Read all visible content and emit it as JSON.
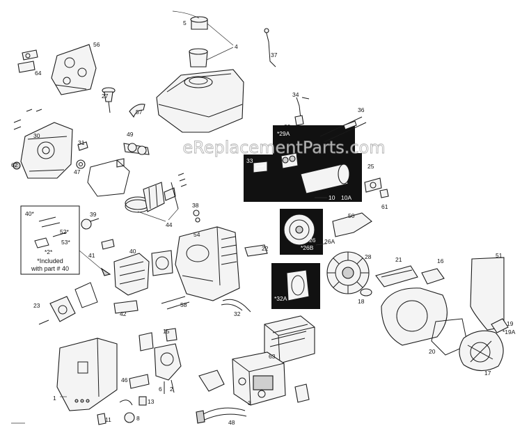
{
  "watermark": "eReplacementParts.com",
  "note_box": {
    "callouts": [
      "40*",
      "52*",
      "53*",
      "*2*"
    ],
    "text_line1": "*Included",
    "text_line2": "with part # 40"
  },
  "callouts": {
    "c1": "1",
    "c2": "2",
    "c3": "3",
    "c4": "4",
    "c5": "5",
    "c6": "6",
    "c8": "8",
    "c10": "10",
    "c10A": "10A",
    "c11": "11",
    "c13": "13",
    "c15": "15",
    "c16": "16",
    "c17": "17",
    "c18": "18",
    "c19": "19",
    "c19A": "*19A",
    "c20": "20",
    "c21": "21",
    "c22": "22",
    "c23": "23",
    "c25": "25",
    "c26": "26",
    "c26A": "26A",
    "c26B": "*26B",
    "c27": "27",
    "c28": "28",
    "c29": "29",
    "c29A": "*29A",
    "c30": "30",
    "c31": "31",
    "c32": "32",
    "c32A": "*32A",
    "c33": "33",
    "c34": "34",
    "c36": "36",
    "c37": "37",
    "c38": "38",
    "c39": "39",
    "c40": "40",
    "c41": "41",
    "c42": "42",
    "c44": "44",
    "c46": "46",
    "c47": "47",
    "c48": "48",
    "c49": "49",
    "c50": "50",
    "c51": "51",
    "c54": "54",
    "c56": "56",
    "c57": "57",
    "c58": "58",
    "c61": "61",
    "c62": "62",
    "c63": "63",
    "c64": "64"
  }
}
